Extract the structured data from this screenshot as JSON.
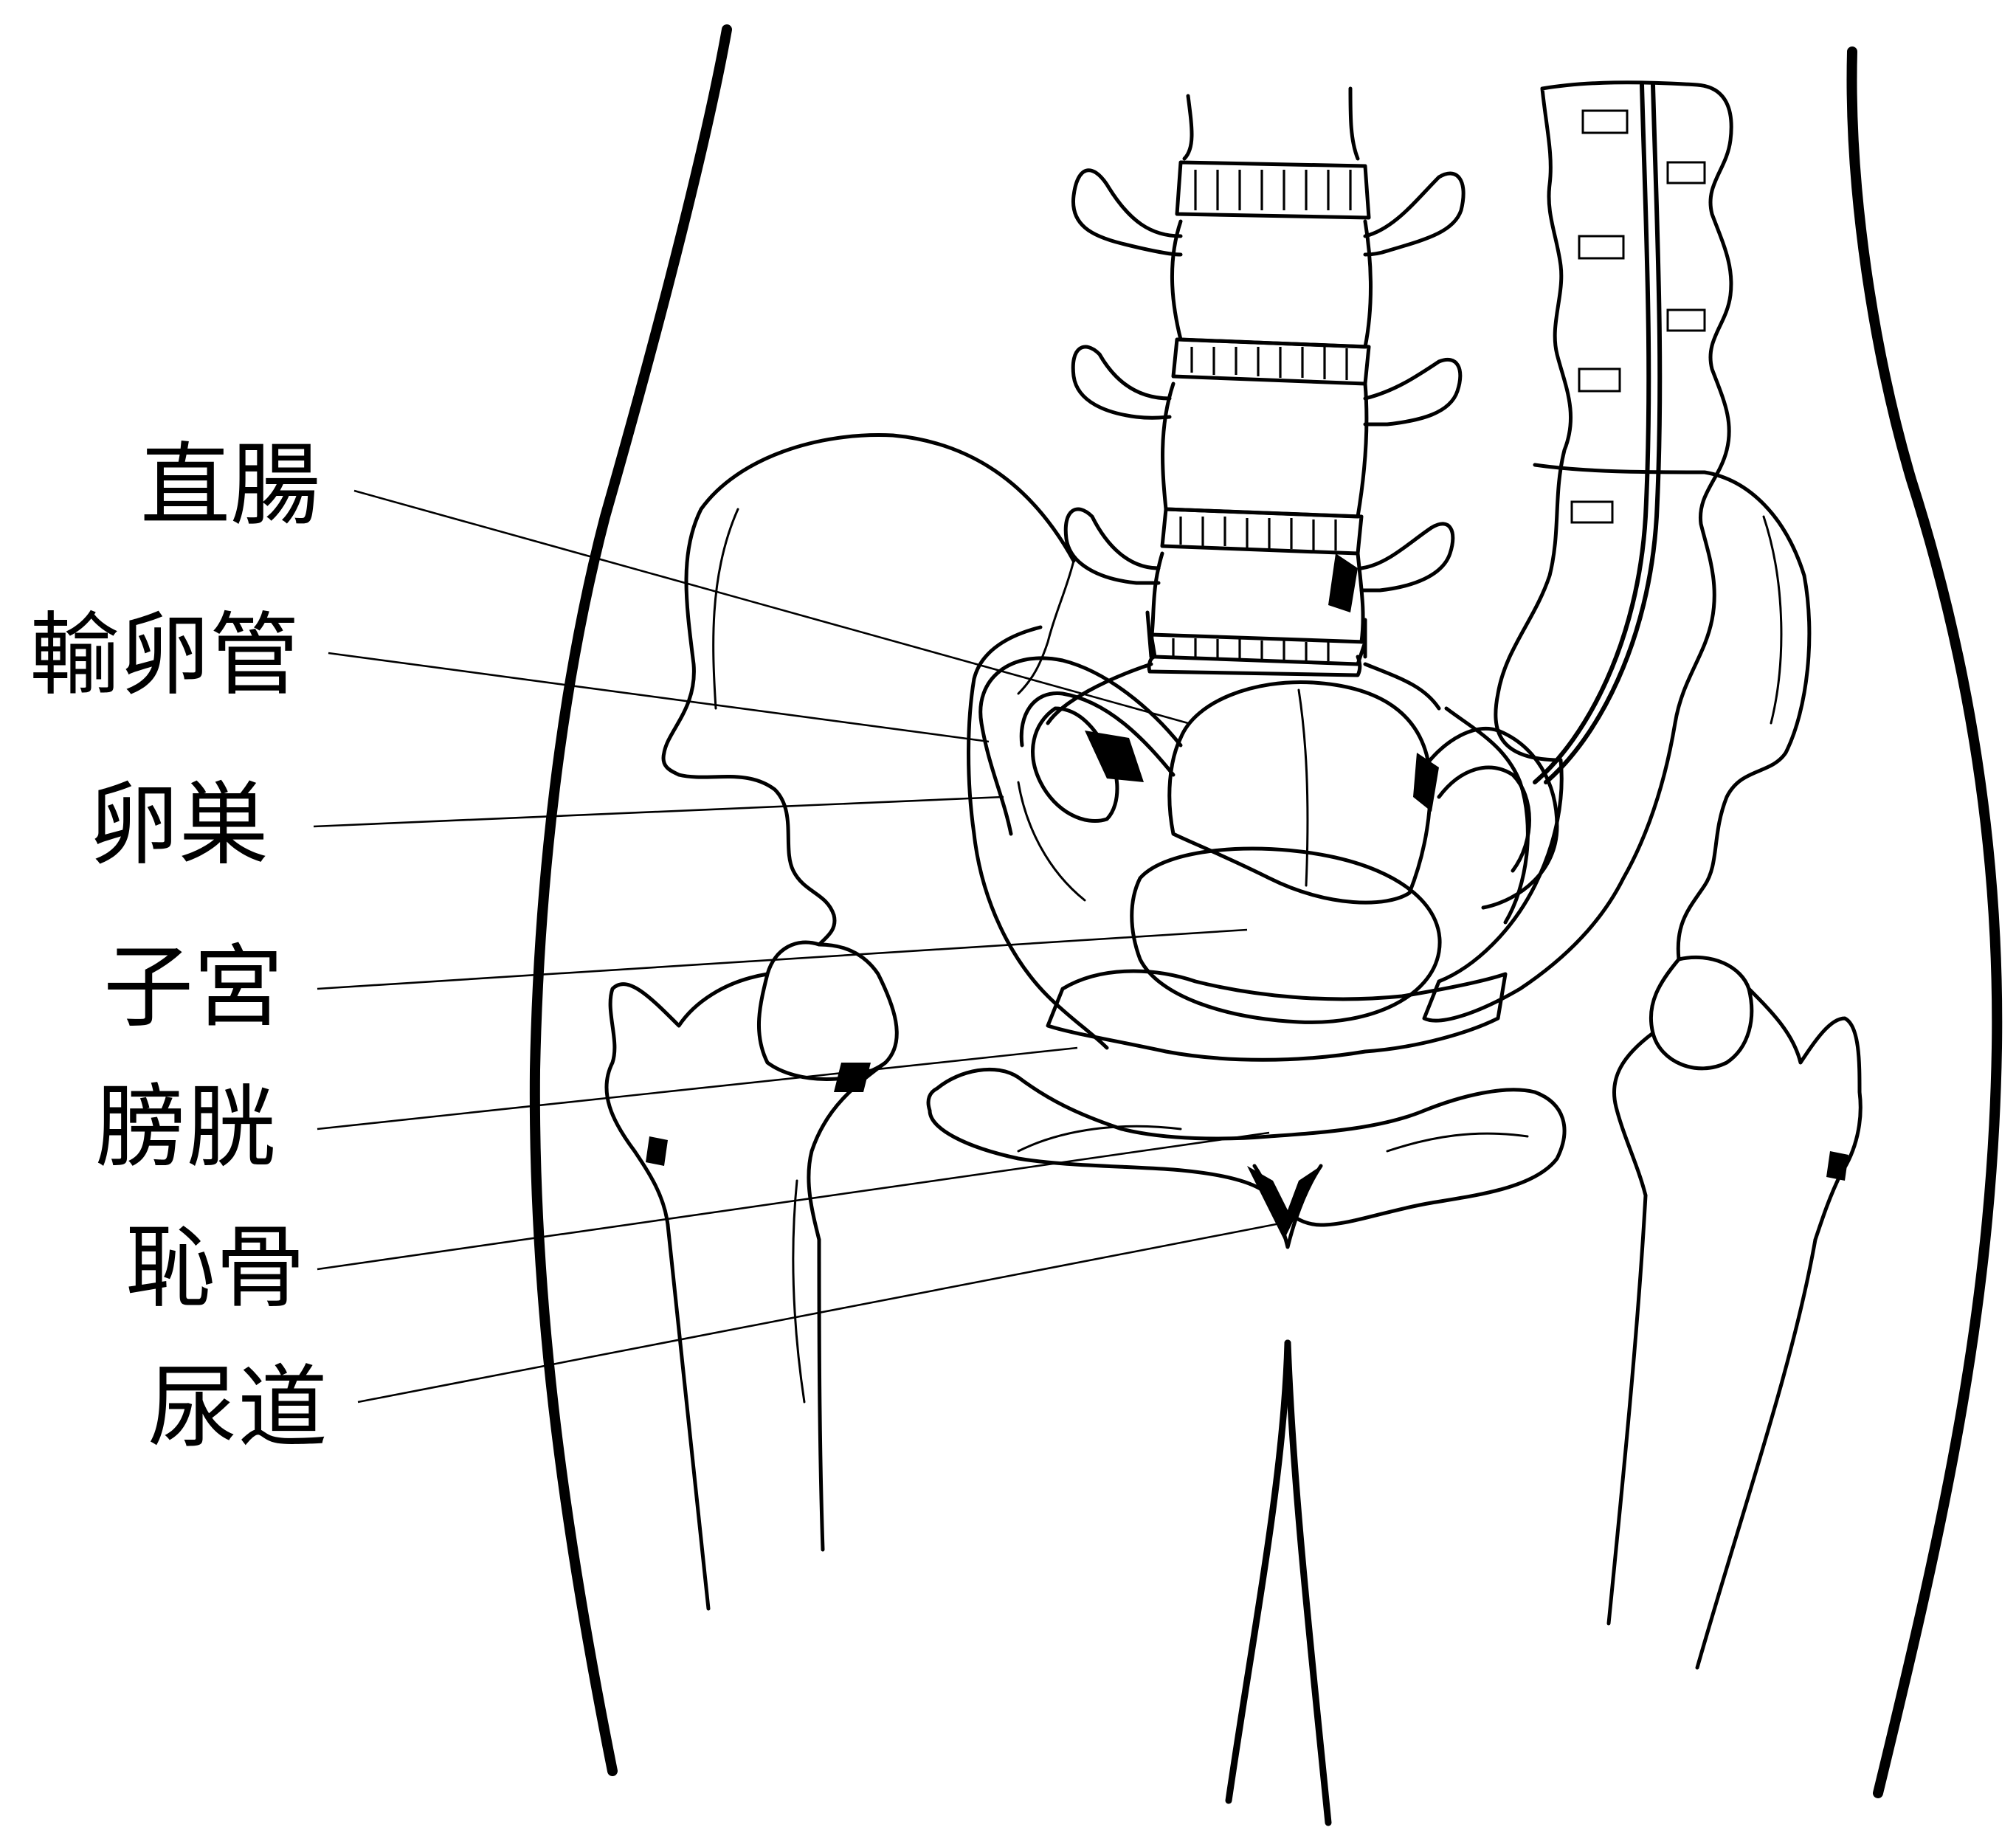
{
  "labels": {
    "rectum": "直腸",
    "fallopian_tube": "輸卵管",
    "ovary": "卵巣",
    "uterus": "子宮",
    "bladder": "膀胱",
    "pubic_bone": "恥骨",
    "urethra": "尿道"
  },
  "colors": {
    "ink": "#000000",
    "background": "#ffffff"
  }
}
